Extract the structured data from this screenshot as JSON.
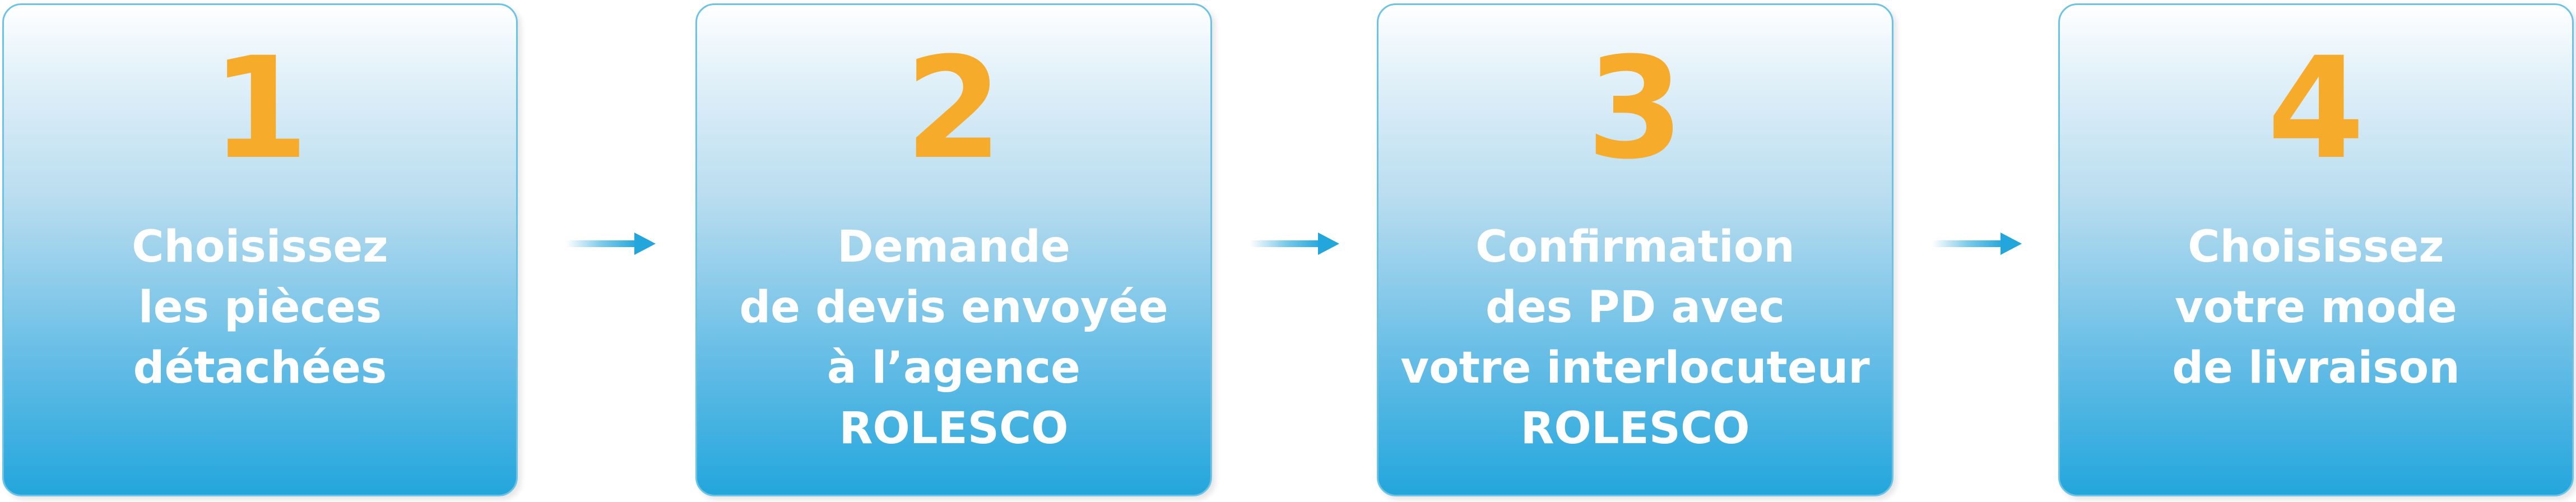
{
  "steps": [
    {
      "number": "1",
      "lines": [
        "Choisissez",
        "les pièces",
        "détachées"
      ]
    },
    {
      "number": "2",
      "lines": [
        "Demande",
        "de devis envoyée",
        "à l’agence",
        "ROLESCO"
      ]
    },
    {
      "number": "3",
      "lines": [
        "Confirmation",
        "des PD avec",
        "votre interlocuteur",
        "ROLESCO"
      ]
    },
    {
      "number": "4",
      "lines": [
        "Choisissez",
        "votre mode",
        "de livraison"
      ]
    }
  ],
  "colors": {
    "number": "#f7ab2b",
    "text": "#ffffff",
    "box_top": "#ffffff",
    "box_bottom": "#23a6dc",
    "arrow": "#23a6dc"
  },
  "icons": [
    "right-arrow-icon"
  ]
}
